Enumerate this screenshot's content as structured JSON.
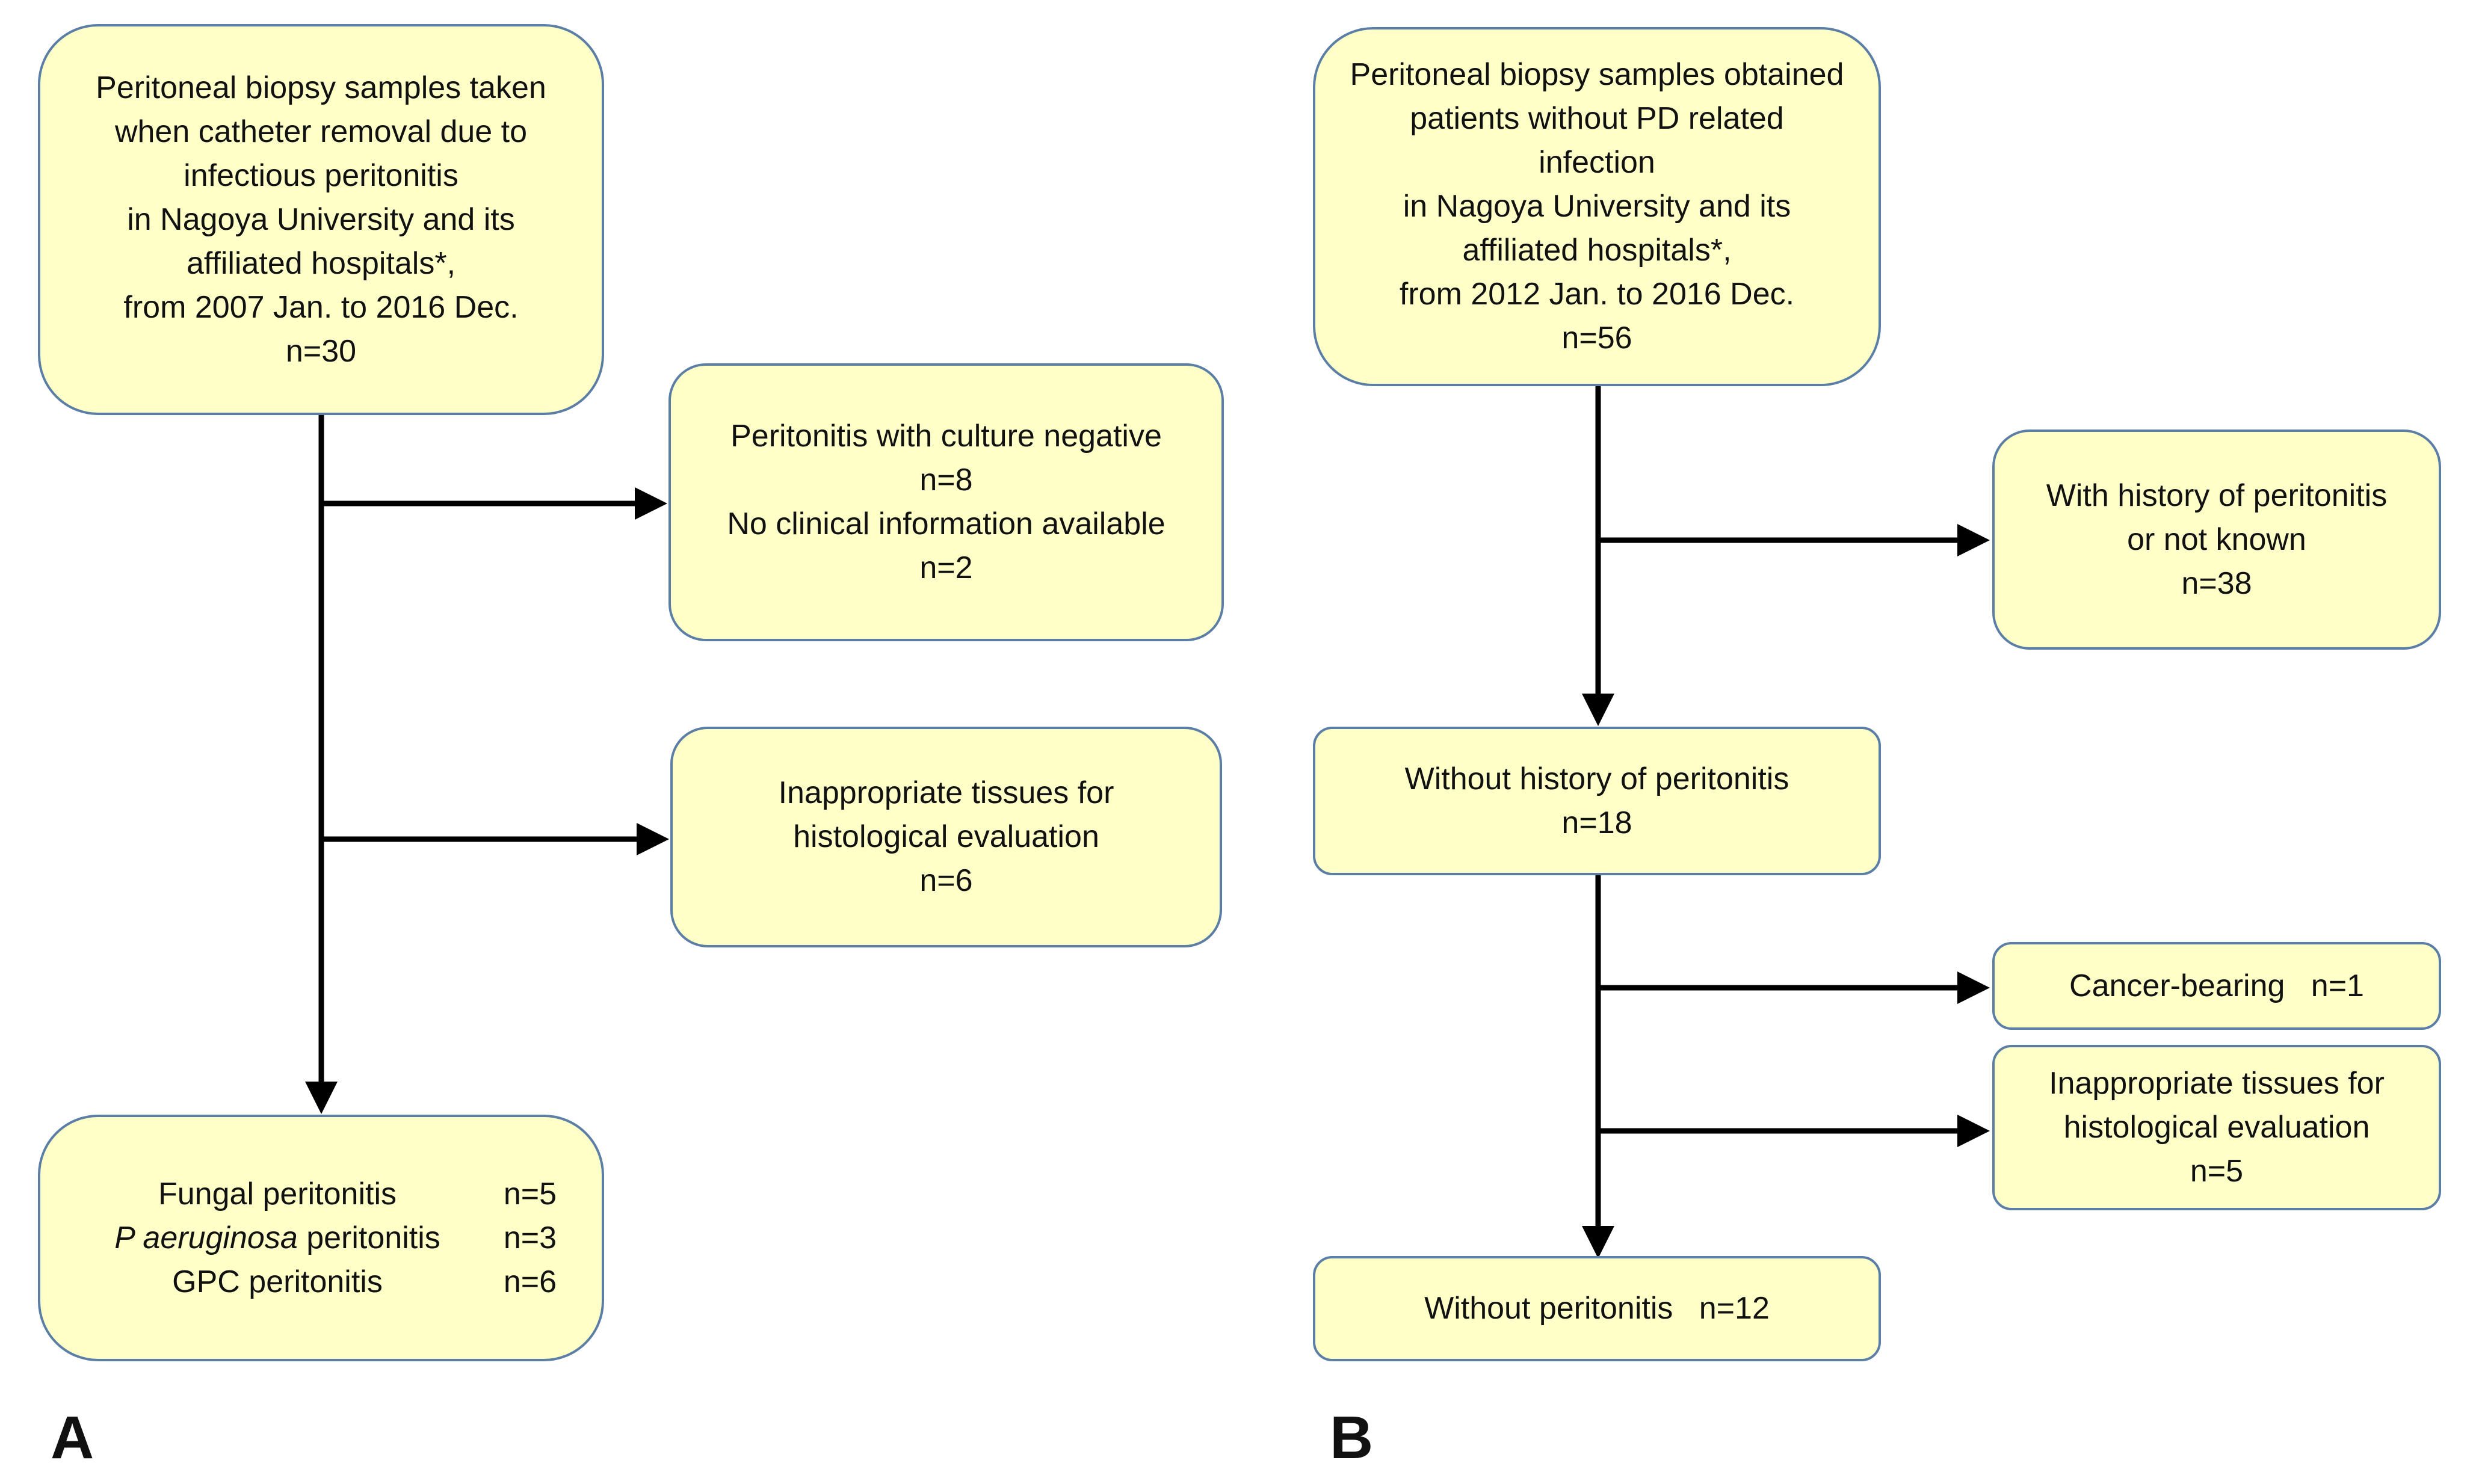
{
  "panel_a": {
    "label": "A",
    "start": {
      "lines": [
        "Peritoneal biopsy samples taken",
        "when catheter removal due to",
        "infectious peritonitis",
        "in Nagoya University and its",
        "affiliated hospitals*,",
        "from 2007 Jan. to 2016 Dec.",
        "n=30"
      ]
    },
    "exclusion_1": {
      "lines": [
        "Peritonitis with culture negative",
        "n=8",
        "No clinical information available",
        "n=2"
      ]
    },
    "exclusion_2": {
      "lines": [
        "Inappropriate tissues for",
        "histological evaluation",
        "n=6"
      ]
    },
    "result": {
      "rows": [
        {
          "name_italic": "",
          "name": "Fungal peritonitis",
          "n": "n=5"
        },
        {
          "name_italic": "P aeruginosa",
          "name": " peritonitis",
          "n": "n=3"
        },
        {
          "name_italic": "",
          "name": "GPC peritonitis",
          "n": "n=6"
        }
      ]
    }
  },
  "panel_b": {
    "label": "B",
    "start": {
      "lines": [
        "Peritoneal biopsy samples obtained",
        "patients without PD related",
        "infection",
        "in Nagoya University and its",
        "affiliated hospitals*,",
        "from 2012 Jan. to 2016 Dec.",
        "n=56"
      ]
    },
    "exclusion_1": {
      "lines": [
        "With history of peritonitis",
        "or not known",
        "n=38"
      ]
    },
    "middle": {
      "lines": [
        "Without history of peritonitis",
        "n=18"
      ]
    },
    "exclusion_2": {
      "lines": [
        "Cancer-bearing   n=1"
      ]
    },
    "exclusion_3": {
      "lines": [
        "Inappropriate tissues for",
        "histological evaluation",
        "n=5"
      ]
    },
    "result": {
      "lines": [
        "Without peritonitis   n=12"
      ]
    }
  },
  "colors": {
    "box_fill": "#ffffc8",
    "box_border": "#5b7ea6",
    "arrow": "#000000"
  }
}
